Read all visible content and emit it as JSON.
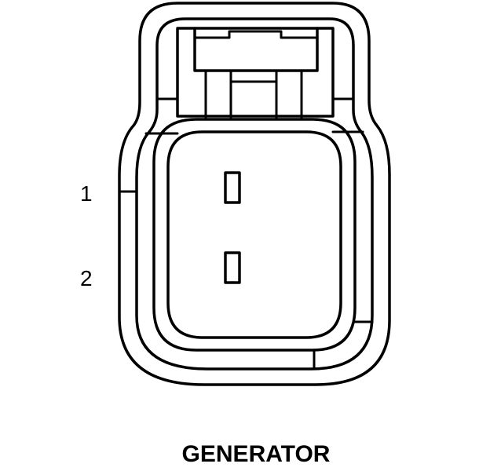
{
  "connector": {
    "name": "GENERATOR",
    "pins": [
      {
        "number": "1"
      },
      {
        "number": "2"
      }
    ]
  }
}
